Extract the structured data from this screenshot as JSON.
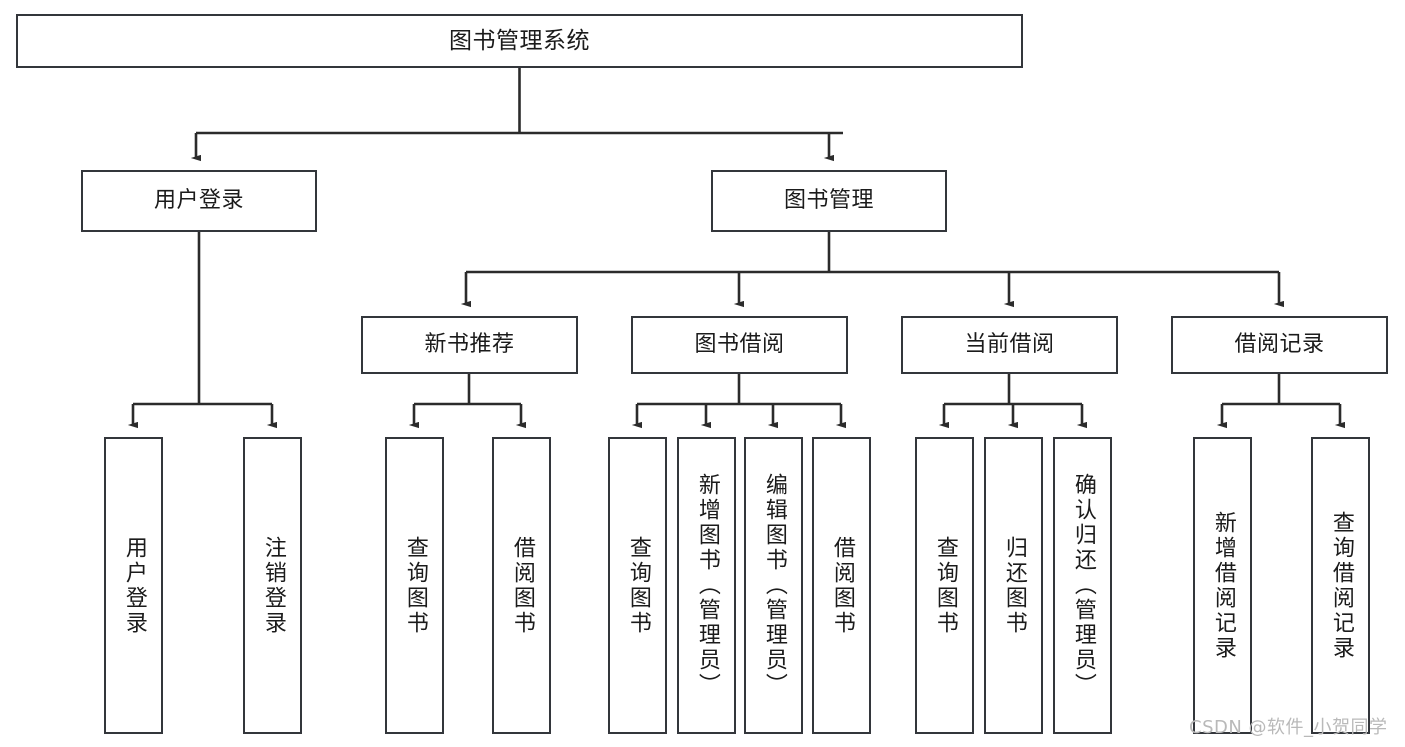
{
  "diagram": {
    "title": "图书管理系统",
    "type": "tree-hierarchy-diagram",
    "colors": {
      "box_border": "#33363b",
      "box_fill": "#ffffff",
      "line": "#2b2b2b",
      "text": "#1b1b1b",
      "watermark": "#b9b9b9",
      "background": "#ffffff"
    },
    "root": {
      "label": "图书管理系统"
    },
    "level2": [
      {
        "label": "用户登录"
      },
      {
        "label": "图书管理"
      }
    ],
    "level3": [
      {
        "label": "新书推荐"
      },
      {
        "label": "图书借阅"
      },
      {
        "label": "当前借阅"
      },
      {
        "label": "借阅记录"
      }
    ],
    "leaves": {
      "user_login": [
        {
          "label": "用户登录"
        },
        {
          "label": "注销登录"
        }
      ],
      "new_book_recommend": [
        {
          "label": "查询图书"
        },
        {
          "label": "借阅图书"
        }
      ],
      "book_borrow": [
        {
          "label": "查询图书"
        },
        {
          "label": "新增图书（管理员）"
        },
        {
          "label": "编辑图书（管理员）"
        },
        {
          "label": "借阅图书"
        }
      ],
      "current_borrow": [
        {
          "label": "查询图书"
        },
        {
          "label": "归还图书"
        },
        {
          "label": "确认归还（管理员）"
        }
      ],
      "borrow_record": [
        {
          "label": "新增借阅记录"
        },
        {
          "label": "查询借阅记录"
        }
      ]
    }
  },
  "watermark": {
    "text": "CSDN @软件_小贺同学"
  }
}
